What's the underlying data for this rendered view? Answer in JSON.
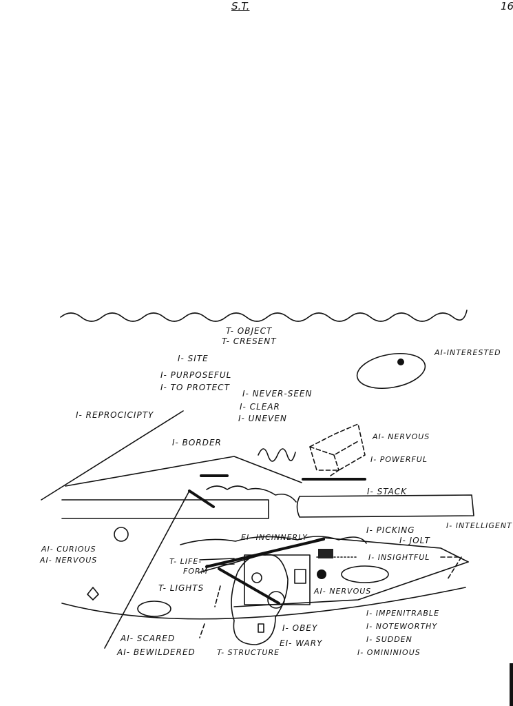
{
  "header": {
    "title": "S.T.",
    "page_number": "16"
  },
  "labels": {
    "t_object": "T- OBJECT",
    "t_cresent": "T- CRESENT",
    "i_site": "I- SITE",
    "i_purposeful": "I- PURPOSEFUL",
    "i_to_protect": "I- TO PROTECT",
    "i_never_seen": "I- NEVER-SEEN",
    "i_clear": "I- CLEAR",
    "i_uneven": "I- UNEVEN",
    "ai_interested": "AI-INTERESTED",
    "i_reprocicipty": "I- REPROCICIPTY",
    "i_border": "I- BORDER",
    "ai_nervous_top": "AI- NERVOUS",
    "i_powerful": "I- POWERFUL",
    "i_stack": "I- STACK",
    "i_intelligent": "I- INTELLIGENT",
    "i_picking": "I- PICKING",
    "i_jolt": "I- JOLT",
    "ei_incinnerly": "EI- INCINNERLY",
    "ai_curious": "AI- CURIOUS",
    "ai_nervous_left": "AI- NERVOUS",
    "i_insightful": "I- INSIGHTFUL",
    "t_life_form_1": "T- LIFE-",
    "t_life_form_2": "FORM",
    "t_lights": "T- LIGHTS",
    "ai_nervous_mid": "AI- NERVOUS",
    "i_impenitrable": "I- IMPENITRABLE",
    "i_noteworthy": "I- NOTEWORTHY",
    "i_sudden": "I- SUDDEN",
    "i_omininious": "I- OMININIOUS",
    "i_obey": "I- OBEY",
    "ei_wary": "EI- WARY",
    "ai_scared": "AI- SCARED",
    "ai_bewildered": "AI- BEWILDERED",
    "t_structure": "T- STRUCTURE"
  }
}
